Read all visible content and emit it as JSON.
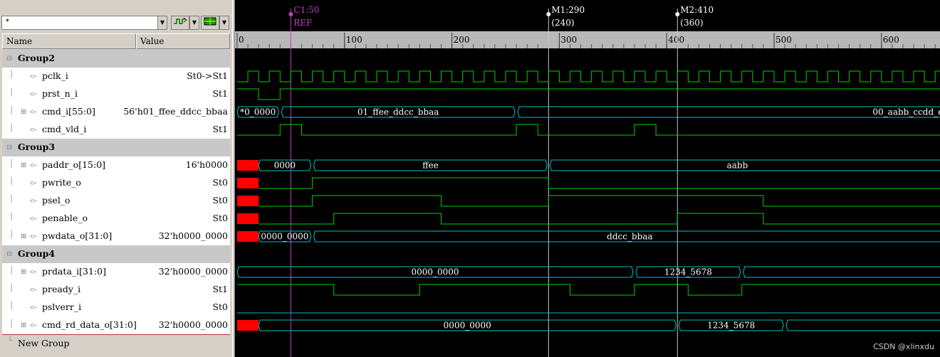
{
  "toolbar": {
    "search_value": "*",
    "dropdown_glyph": "▼"
  },
  "header": {
    "name_col": "Name",
    "value_col": "Value"
  },
  "rows": [
    {
      "type": "group",
      "name": "Group2"
    },
    {
      "type": "signal",
      "name": "pclk_i",
      "value": "St0->St1",
      "bus": false
    },
    {
      "type": "signal",
      "name": "prst_n_i",
      "value": "St1",
      "bus": false
    },
    {
      "type": "signal",
      "name": "cmd_i[55:0]",
      "value": "56'h01_ffee_ddcc_bbaa",
      "bus": true
    },
    {
      "type": "signal",
      "name": "cmd_vld_i",
      "value": "St1",
      "bus": false
    },
    {
      "type": "group",
      "name": "Group3"
    },
    {
      "type": "signal",
      "name": "paddr_o[15:0]",
      "value": "16'h0000",
      "bus": true
    },
    {
      "type": "signal",
      "name": "pwrite_o",
      "value": "St0",
      "bus": false
    },
    {
      "type": "signal",
      "name": "psel_o",
      "value": "St0",
      "bus": false
    },
    {
      "type": "signal",
      "name": "penable_o",
      "value": "St0",
      "bus": false
    },
    {
      "type": "signal",
      "name": "pwdata_o[31:0]",
      "value": "32'h0000_0000",
      "bus": true
    },
    {
      "type": "group",
      "name": "Group4"
    },
    {
      "type": "signal",
      "name": "prdata_i[31:0]",
      "value": "32'h0000_0000",
      "bus": true
    },
    {
      "type": "signal",
      "name": "pready_i",
      "value": "St1",
      "bus": false
    },
    {
      "type": "signal",
      "name": "pslverr_i",
      "value": "St0",
      "bus": false
    },
    {
      "type": "signal",
      "name": "cmd_rd_data_o[31:0]",
      "value": "32'h0000_0000",
      "bus": true
    },
    {
      "type": "new",
      "name": "New Group"
    }
  ],
  "markers": {
    "cursor": {
      "label": "C1:50",
      "sub": "REF",
      "time": 50,
      "color": "#c040c0"
    },
    "m1": {
      "label": "M1:290",
      "sub": "(240)",
      "time": 290
    },
    "m2": {
      "label": "M2:410",
      "sub": "(360)",
      "time": 410
    }
  },
  "ruler": {
    "ticks": [
      0,
      100,
      200,
      300,
      400,
      500,
      600
    ]
  },
  "colors": {
    "bit": "#00d000",
    "bus": "#00c0c0",
    "unknown": "#ff0000",
    "text": "#ffffff"
  },
  "waves": {
    "pclk_i": {
      "kind": "clock",
      "start": 10,
      "half": 10
    },
    "prst_n_i": {
      "kind": "bit",
      "init": 1,
      "edges": [
        [
          20,
          0
        ],
        [
          40,
          1
        ]
      ]
    },
    "cmd_vld_i": {
      "kind": "bit",
      "init": 0,
      "edges": [
        [
          40,
          1
        ],
        [
          60,
          0
        ],
        [
          260,
          1
        ],
        [
          280,
          0
        ],
        [
          370,
          1
        ],
        [
          390,
          0
        ]
      ]
    },
    "pwrite_o": {
      "kind": "bit",
      "xUntil": 20,
      "init": 0,
      "edges": [
        [
          70,
          1
        ],
        [
          290,
          0
        ]
      ]
    },
    "psel_o": {
      "kind": "bit",
      "xUntil": 20,
      "init": 0,
      "edges": [
        [
          70,
          1
        ],
        [
          190,
          0
        ],
        [
          290,
          1
        ],
        [
          490,
          0
        ]
      ]
    },
    "penable_o": {
      "kind": "bit",
      "xUntil": 20,
      "init": 0,
      "edges": [
        [
          90,
          1
        ],
        [
          190,
          0
        ],
        [
          410,
          1
        ],
        [
          490,
          0
        ]
      ]
    },
    "pready_i": {
      "kind": "bit",
      "init": 1,
      "edges": [
        [
          90,
          0
        ],
        [
          170,
          1
        ],
        [
          310,
          0
        ],
        [
          370,
          1
        ],
        [
          420,
          0
        ],
        [
          470,
          1
        ]
      ]
    },
    "pslverr_i": {
      "kind": "bit",
      "init": 0,
      "edges": []
    },
    "cmd_i": {
      "kind": "bus",
      "segs": [
        {
          "t": 0,
          "v": "*0_0000"
        },
        {
          "t": 40,
          "v": "01_ffee_ddcc_bbaa"
        },
        {
          "t": 260,
          "v": "00_aabb_ccdd_e"
        }
      ]
    },
    "paddr_o": {
      "kind": "bus",
      "xUntil": 20,
      "segs": [
        {
          "t": 20,
          "v": "0000"
        },
        {
          "t": 70,
          "v": "ffee"
        },
        {
          "t": 290,
          "v": "aabb"
        }
      ]
    },
    "pwdata_o": {
      "kind": "bus",
      "xUntil": 20,
      "segs": [
        {
          "t": 20,
          "v": "0000_0000"
        },
        {
          "t": 70,
          "v": "ddcc_bbaa"
        }
      ]
    },
    "prdata_i": {
      "kind": "bus",
      "segs": [
        {
          "t": 0,
          "v": "0000_0000"
        },
        {
          "t": 370,
          "v": "1234_5678"
        },
        {
          "t": 470,
          "v": ""
        }
      ]
    },
    "cmd_rd_data_o": {
      "kind": "bus",
      "xUntil": 20,
      "segs": [
        {
          "t": 20,
          "v": "0000_0000"
        },
        {
          "t": 410,
          "v": "1234_5678"
        },
        {
          "t": 510,
          "v": ""
        }
      ]
    }
  },
  "watermark": "CSDN @xlinxdu"
}
